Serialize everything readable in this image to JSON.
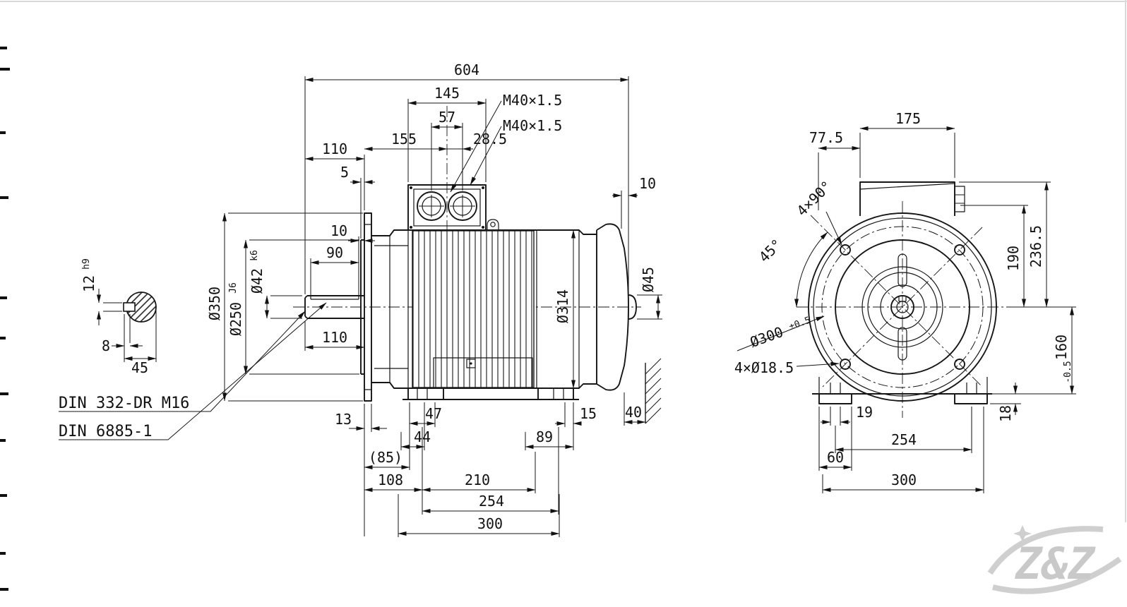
{
  "side_view": {
    "dims": {
      "overall_length": "604",
      "terminal_box_width": "145",
      "gland_spacing": "57",
      "flange_to_box_center": "155",
      "gland_offset": "28.5",
      "shaft_extension": "110",
      "spigot_depth": "5",
      "keyway_end_offset": "10",
      "keyway_length": "90",
      "shaft_diameter": "Ø42",
      "shaft_diameter_tol": "k6",
      "flange_diameter": "Ø350",
      "spigot_diameter": "Ø250",
      "spigot_diameter_tol": "J6",
      "shaft_extension_lower": "110",
      "frame_diameter": "Ø314",
      "rear_shaft_diameter": "Ø45",
      "rear_offset": "10",
      "key_width": "12",
      "key_width_tol": "h9",
      "key_depth": "8",
      "shaft_over_key": "45",
      "flange_thickness": "13",
      "foot_hole_front_offset": "47",
      "foot_front_offset": "44",
      "foot_rear_offset": "15",
      "foot_rear_length": "89",
      "wall_clearance": "40",
      "aux_length": "(85)",
      "flange_to_first_hole": "108",
      "hole_to_hole": "210",
      "foot_hole_spacing": "254",
      "foot_length": "300"
    },
    "glands": {
      "top": "M40×1.5",
      "bottom": "M40×1.5"
    },
    "notes": {
      "center_hole": "DIN 332-DR M16",
      "keyway": "DIN 6885-1"
    }
  },
  "front_view": {
    "dims": {
      "box_width": "175",
      "box_offset": "77.5",
      "hole_pattern": "4×90°",
      "hole_angle": "45°",
      "center_to_box": "190",
      "center_to_top": "236.5",
      "bolt_circle": "Ø300",
      "bolt_circle_tol": "±0.5",
      "flange_holes": "4×Ø18.5",
      "shaft_height": "160",
      "shaft_height_tol": "-0.5",
      "foot_pad_height": "18",
      "foot_hole_width": "19",
      "foot_hole_spacing": "254",
      "foot_width": "60",
      "foot_overall_width": "300"
    }
  },
  "watermark": {
    "text": "Z&Z"
  }
}
